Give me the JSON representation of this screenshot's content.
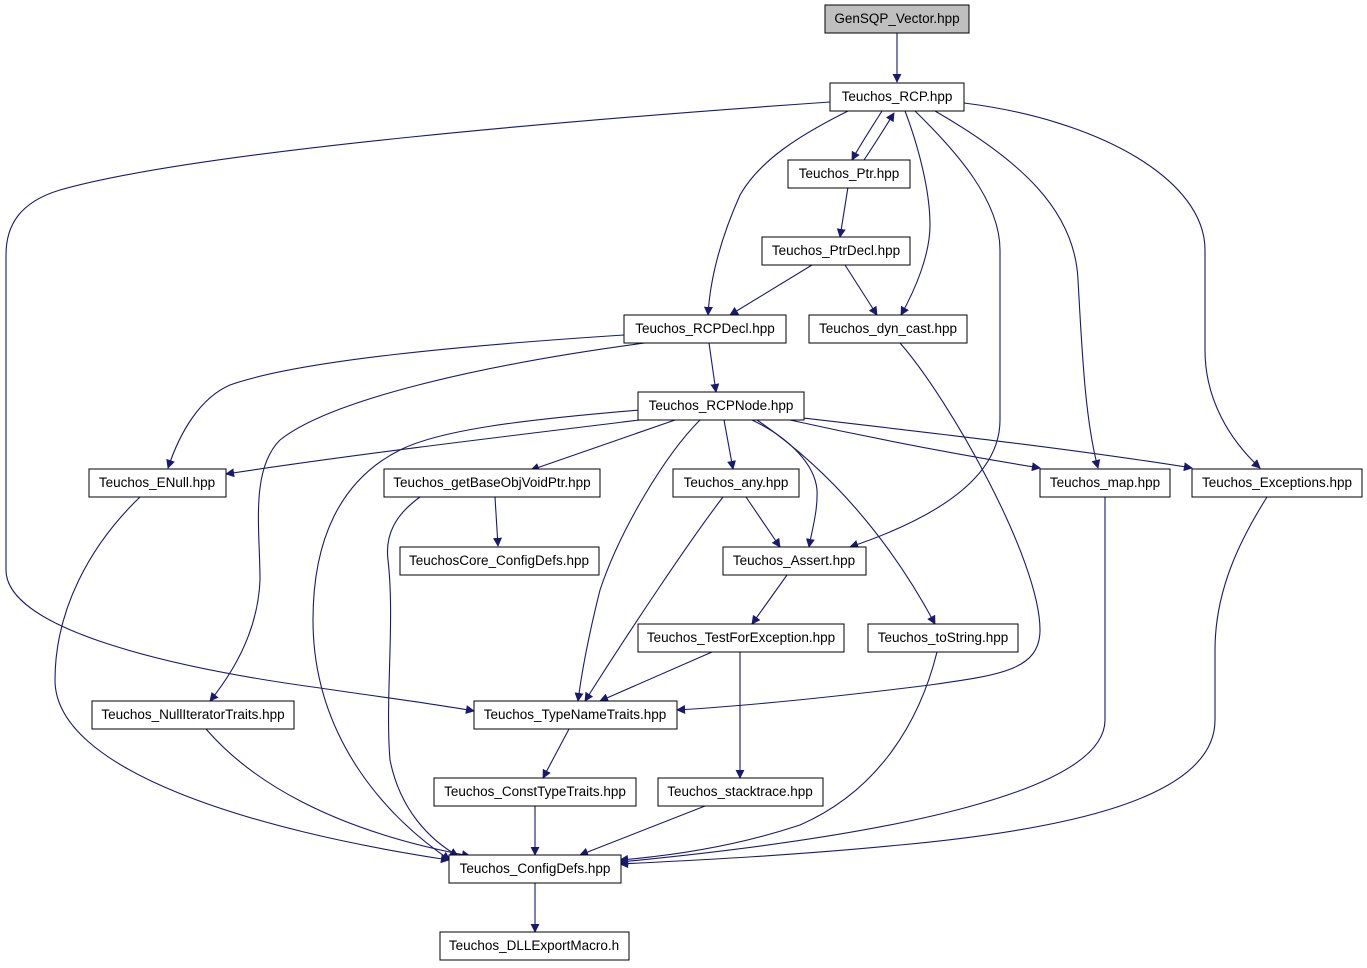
{
  "colors": {
    "edge": "#191970",
    "root_fill": "#bfbfbf",
    "node_fill": "#ffffff",
    "border": "#000000"
  },
  "root": "GenSQP_Vector.hpp",
  "nodes": {
    "gensqp": "GenSQP_Vector.hpp",
    "rcp": "Teuchos_RCP.hpp",
    "ptr": "Teuchos_Ptr.hpp",
    "ptrdecl": "Teuchos_PtrDecl.hpp",
    "rcpdecl": "Teuchos_RCPDecl.hpp",
    "dyncast": "Teuchos_dyn_cast.hpp",
    "rcpnode": "Teuchos_RCPNode.hpp",
    "enull": "Teuchos_ENull.hpp",
    "getbase": "Teuchos_getBaseObjVoidPtr.hpp",
    "any": "Teuchos_any.hpp",
    "map": "Teuchos_map.hpp",
    "exceptions": "Teuchos_Exceptions.hpp",
    "coreconfig": "TeuchosCore_ConfigDefs.hpp",
    "assert": "Teuchos_Assert.hpp",
    "testforexc": "Teuchos_TestForException.hpp",
    "tostring": "Teuchos_toString.hpp",
    "nulliter": "Teuchos_NullIteratorTraits.hpp",
    "typename": "Teuchos_TypeNameTraits.hpp",
    "consttype": "Teuchos_ConstTypeTraits.hpp",
    "stacktrace": "Teuchos_stacktrace.hpp",
    "configdefs": "Teuchos_ConfigDefs.hpp",
    "dllexport": "Teuchos_DLLExportMacro.h"
  },
  "edges": [
    [
      "gensqp",
      "rcp"
    ],
    [
      "rcp",
      "typename"
    ],
    [
      "rcp",
      "rcpdecl"
    ],
    [
      "rcp",
      "ptr"
    ],
    [
      "ptr",
      "rcp"
    ],
    [
      "rcp",
      "dyncast"
    ],
    [
      "rcp",
      "assert"
    ],
    [
      "rcp",
      "map"
    ],
    [
      "rcp",
      "exceptions"
    ],
    [
      "ptr",
      "ptrdecl"
    ],
    [
      "ptrdecl",
      "rcpdecl"
    ],
    [
      "ptrdecl",
      "dyncast"
    ],
    [
      "rcpdecl",
      "enull"
    ],
    [
      "rcpdecl",
      "nulliter"
    ],
    [
      "rcpdecl",
      "rcpnode"
    ],
    [
      "dyncast",
      "typename"
    ],
    [
      "rcpnode",
      "enull"
    ],
    [
      "rcpnode",
      "configdefs"
    ],
    [
      "rcpnode",
      "getbase"
    ],
    [
      "rcpnode",
      "typename"
    ],
    [
      "rcpnode",
      "any"
    ],
    [
      "rcpnode",
      "assert"
    ],
    [
      "rcpnode",
      "tostring"
    ],
    [
      "rcpnode",
      "map"
    ],
    [
      "rcpnode",
      "exceptions"
    ],
    [
      "enull",
      "configdefs"
    ],
    [
      "getbase",
      "coreconfig"
    ],
    [
      "getbase",
      "configdefs"
    ],
    [
      "any",
      "assert"
    ],
    [
      "any",
      "typename"
    ],
    [
      "assert",
      "testforexc"
    ],
    [
      "testforexc",
      "typename"
    ],
    [
      "testforexc",
      "stacktrace"
    ],
    [
      "map",
      "configdefs"
    ],
    [
      "exceptions",
      "configdefs"
    ],
    [
      "tostring",
      "configdefs"
    ],
    [
      "nulliter",
      "configdefs"
    ],
    [
      "typename",
      "consttype"
    ],
    [
      "consttype",
      "configdefs"
    ],
    [
      "stacktrace",
      "configdefs"
    ],
    [
      "configdefs",
      "dllexport"
    ]
  ]
}
